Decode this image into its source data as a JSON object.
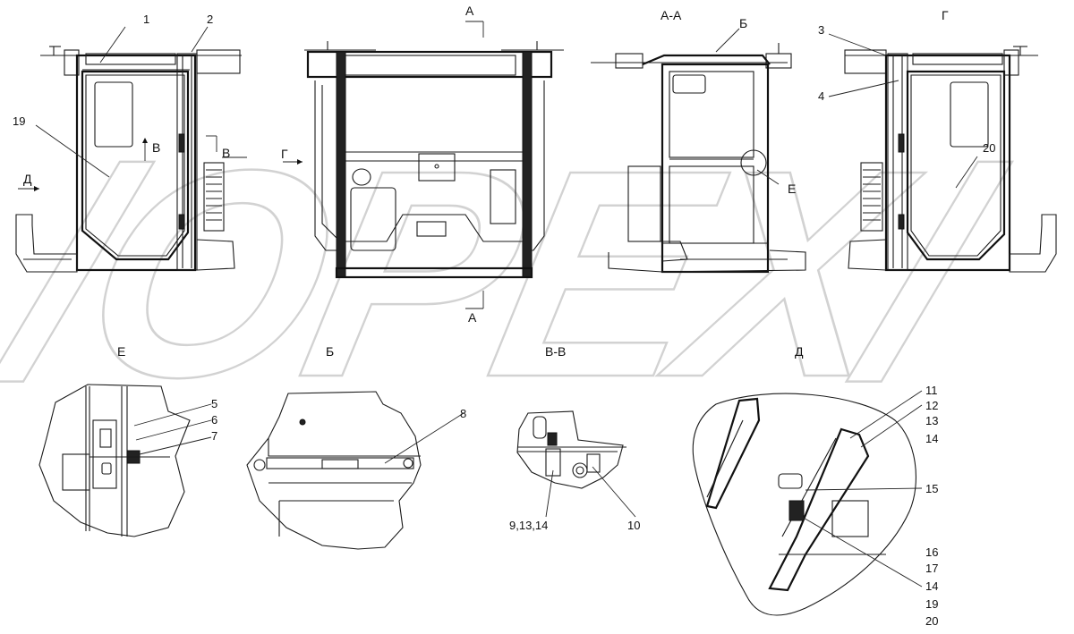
{
  "views": {
    "a_top": "А",
    "a_bottom": "А",
    "section_aa": "А-А",
    "b_top": "Б",
    "g_top": "Г",
    "g_arrow": "Г",
    "v_left": "В",
    "v_right": "В",
    "d_arrow": "Д",
    "detail_e_title": "Е",
    "detail_b_title": "Б",
    "detail_vv_title": "В-В",
    "detail_d_title": "Д",
    "e_marker": "Е"
  },
  "callouts": {
    "c1": "1",
    "c2": "2",
    "c3": "3",
    "c4": "4",
    "c19": "19",
    "c20": "20",
    "c5": "5",
    "c6": "6",
    "c7": "7",
    "c8": "8",
    "c9_13_14": "9,13,14",
    "c10": "10",
    "c11": "11",
    "c12": "12",
    "c13": "13",
    "c14a": "14",
    "c15": "15",
    "c16": "16",
    "c17": "17",
    "c14b": "14",
    "c19b": "19",
    "c20b": "20"
  }
}
